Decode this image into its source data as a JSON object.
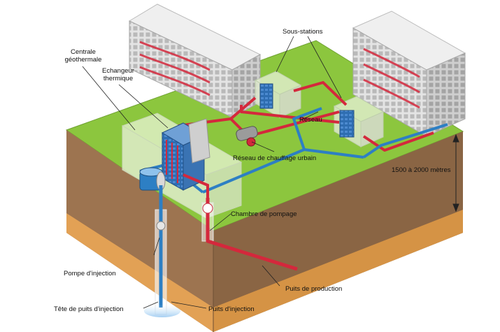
{
  "labels": {
    "centrale": [
      "Centrale",
      "géothermale"
    ],
    "echangeur": [
      "Echangeur",
      "thermique"
    ],
    "sous_stations": "Sous-stations",
    "reseau": "Réseau",
    "reseau_chauffage": "Réseau de chauffage urbain",
    "profondeur": "1500 à 2000 mètres",
    "chambre_pompage": "Chambre de pompage",
    "pompe_injection": "Pompe d'injection",
    "puits_production": "Puits de production",
    "tete_puits": "Tête de puits d'injection",
    "puits_injection": "Puits d'injection"
  },
  "colors": {
    "ground_top": "#8cc63e",
    "soil_front": "#a17a56",
    "soil_side": "#8e6a48",
    "aquifer": "#e2a155",
    "hot_pipe": "#d4283c",
    "cold_pipe": "#2d7fc4",
    "building": "#d9d9d9"
  }
}
